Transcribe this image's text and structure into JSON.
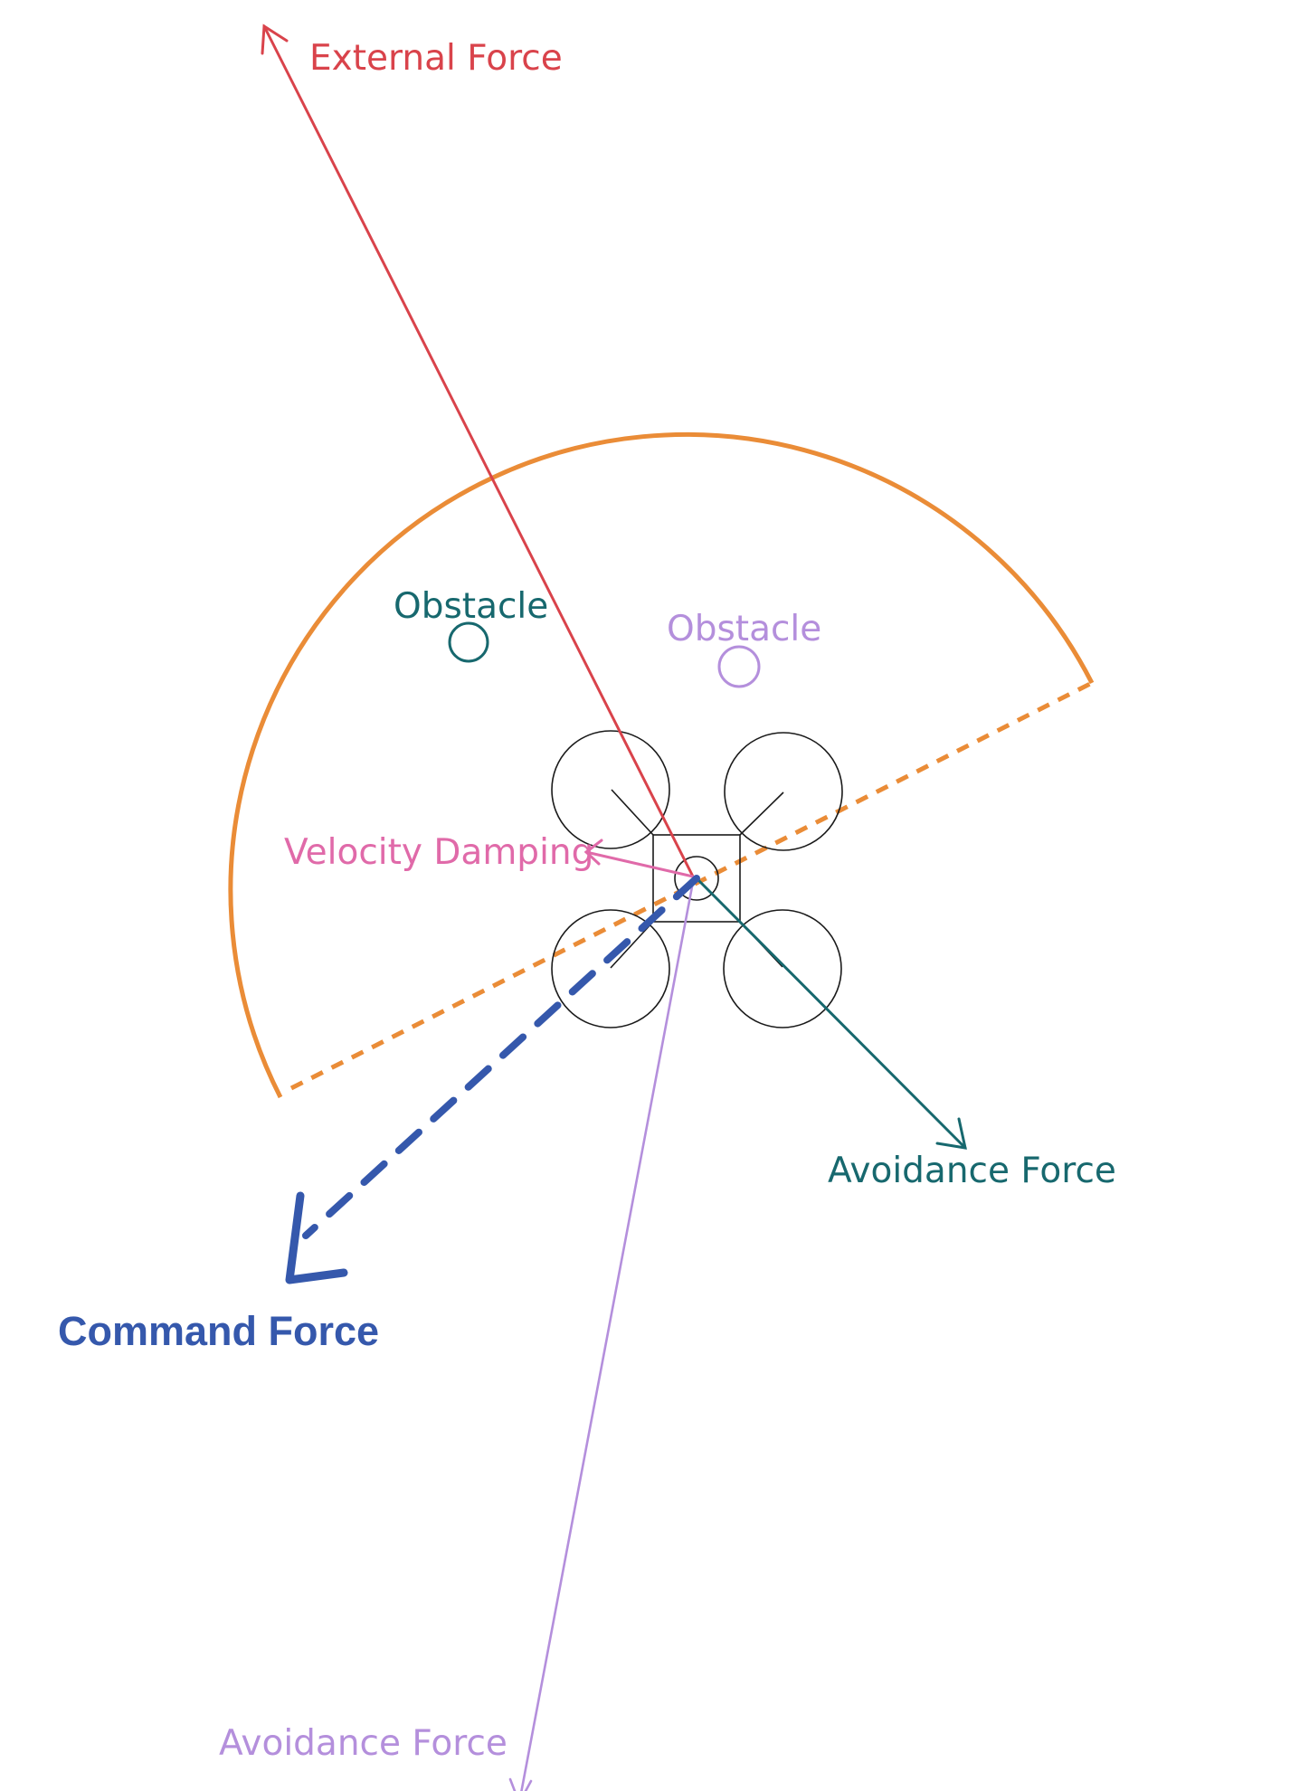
{
  "labels": {
    "external_force": "External Force",
    "obstacle_left": "Obstacle",
    "obstacle_right": "Obstacle",
    "velocity_damping": "Velocity Damping",
    "avoidance_force_teal": "Avoidance Force",
    "command_force": "Command Force",
    "avoidance_force_purple": "Avoidance Force"
  },
  "colors": {
    "external_force": "#d9434b",
    "teal": "#17686e",
    "purple": "#b48fdc",
    "pink": "#e06aa9",
    "blue": "#3558ac",
    "orange": "#ea8c37",
    "drone": "#1a1a1a",
    "background": "#ffffff"
  }
}
